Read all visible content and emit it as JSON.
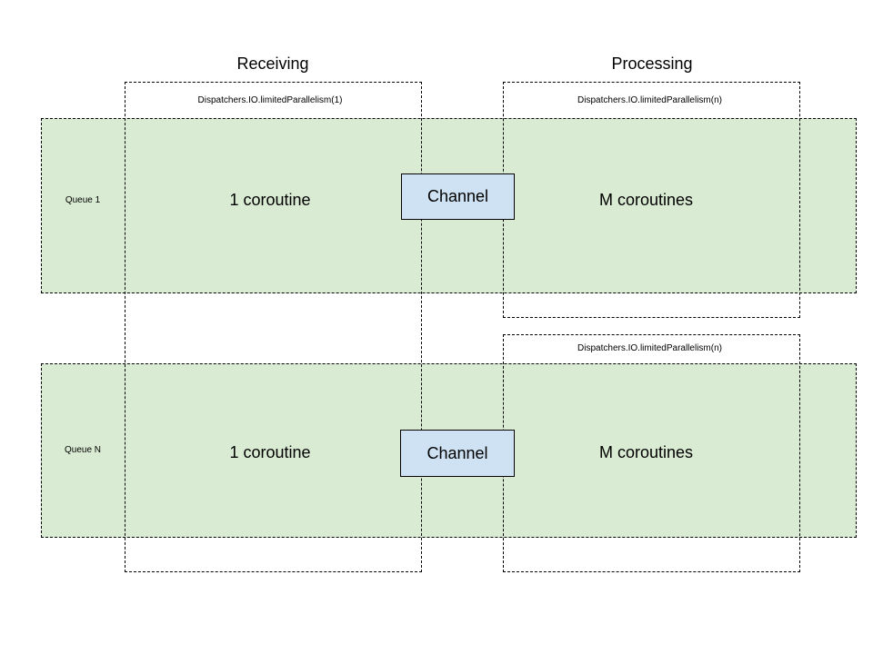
{
  "columns": {
    "receiving": "Receiving",
    "processing": "Processing"
  },
  "dispatchers": {
    "receiving": "Dispatchers.IO.limitedParallelism(1)",
    "processing_1": "Dispatchers.IO.limitedParallelism(n)",
    "processing_n": "Dispatchers.IO.limitedParallelism(n)"
  },
  "queues": [
    {
      "label": "Queue 1",
      "receiver": "1 coroutine",
      "channel": "Channel",
      "processor": "M coroutines"
    },
    {
      "label": "Queue N",
      "receiver": "1 coroutine",
      "channel": "Channel",
      "processor": "M coroutines"
    }
  ],
  "colors": {
    "band_fill": "#d9ead3",
    "channel_fill": "#cfe2f3",
    "stroke": "#000000"
  }
}
